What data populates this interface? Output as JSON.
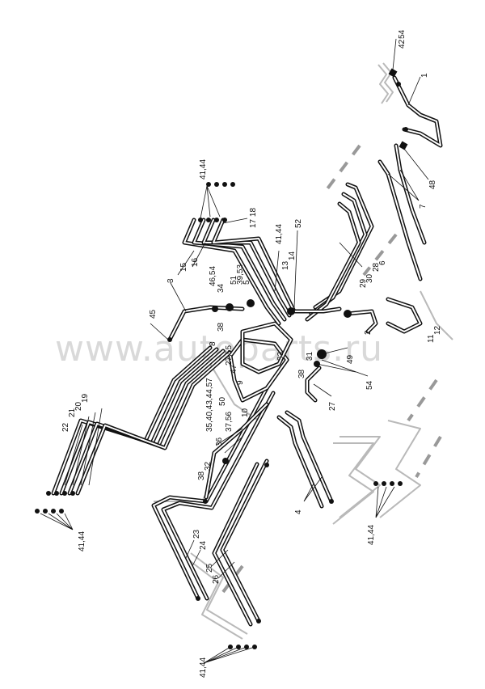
{
  "watermark": "www.autoparts.ru",
  "callouts": {
    "c54_top": "54",
    "c42": "42",
    "c1": "1",
    "c48": "48",
    "c7": "7",
    "c41_44_a": "41,44",
    "c17_18": "17 18",
    "c41_44_b": "41,44",
    "c52": "52",
    "c14": "14",
    "c13": "13",
    "c15": "15",
    "c16": "16",
    "c46_54": "46,54",
    "c34": "34",
    "c51": "51",
    "c39_53": "39,53",
    "c5": "5",
    "c3": "3",
    "c45": "45",
    "c29": "29",
    "c30": "30",
    "c28": "28",
    "c6": "6",
    "c2": "2",
    "c11": "11",
    "c12": "12",
    "c38_a": "38",
    "c8": "8",
    "c27_55": "27,55",
    "c47": "47",
    "c35_group": "35,40,43,44,57",
    "c50": "50",
    "c9": "9",
    "c37_56": "37,56",
    "c10": "10",
    "c33": "33",
    "c31": "31",
    "c38_b": "38",
    "c49": "49",
    "c54_mid": "54",
    "c27": "27",
    "c19": "19",
    "c20": "20",
    "c21": "21",
    "c22": "22",
    "c36": "36",
    "c38_c": "38",
    "c32": "32",
    "c4": "4",
    "c41_44_c": "41,44",
    "c41_44_d": "41,44",
    "c23": "23",
    "c24": "24",
    "c25": "25",
    "c26": "26",
    "c41_44_e": "41,44"
  }
}
